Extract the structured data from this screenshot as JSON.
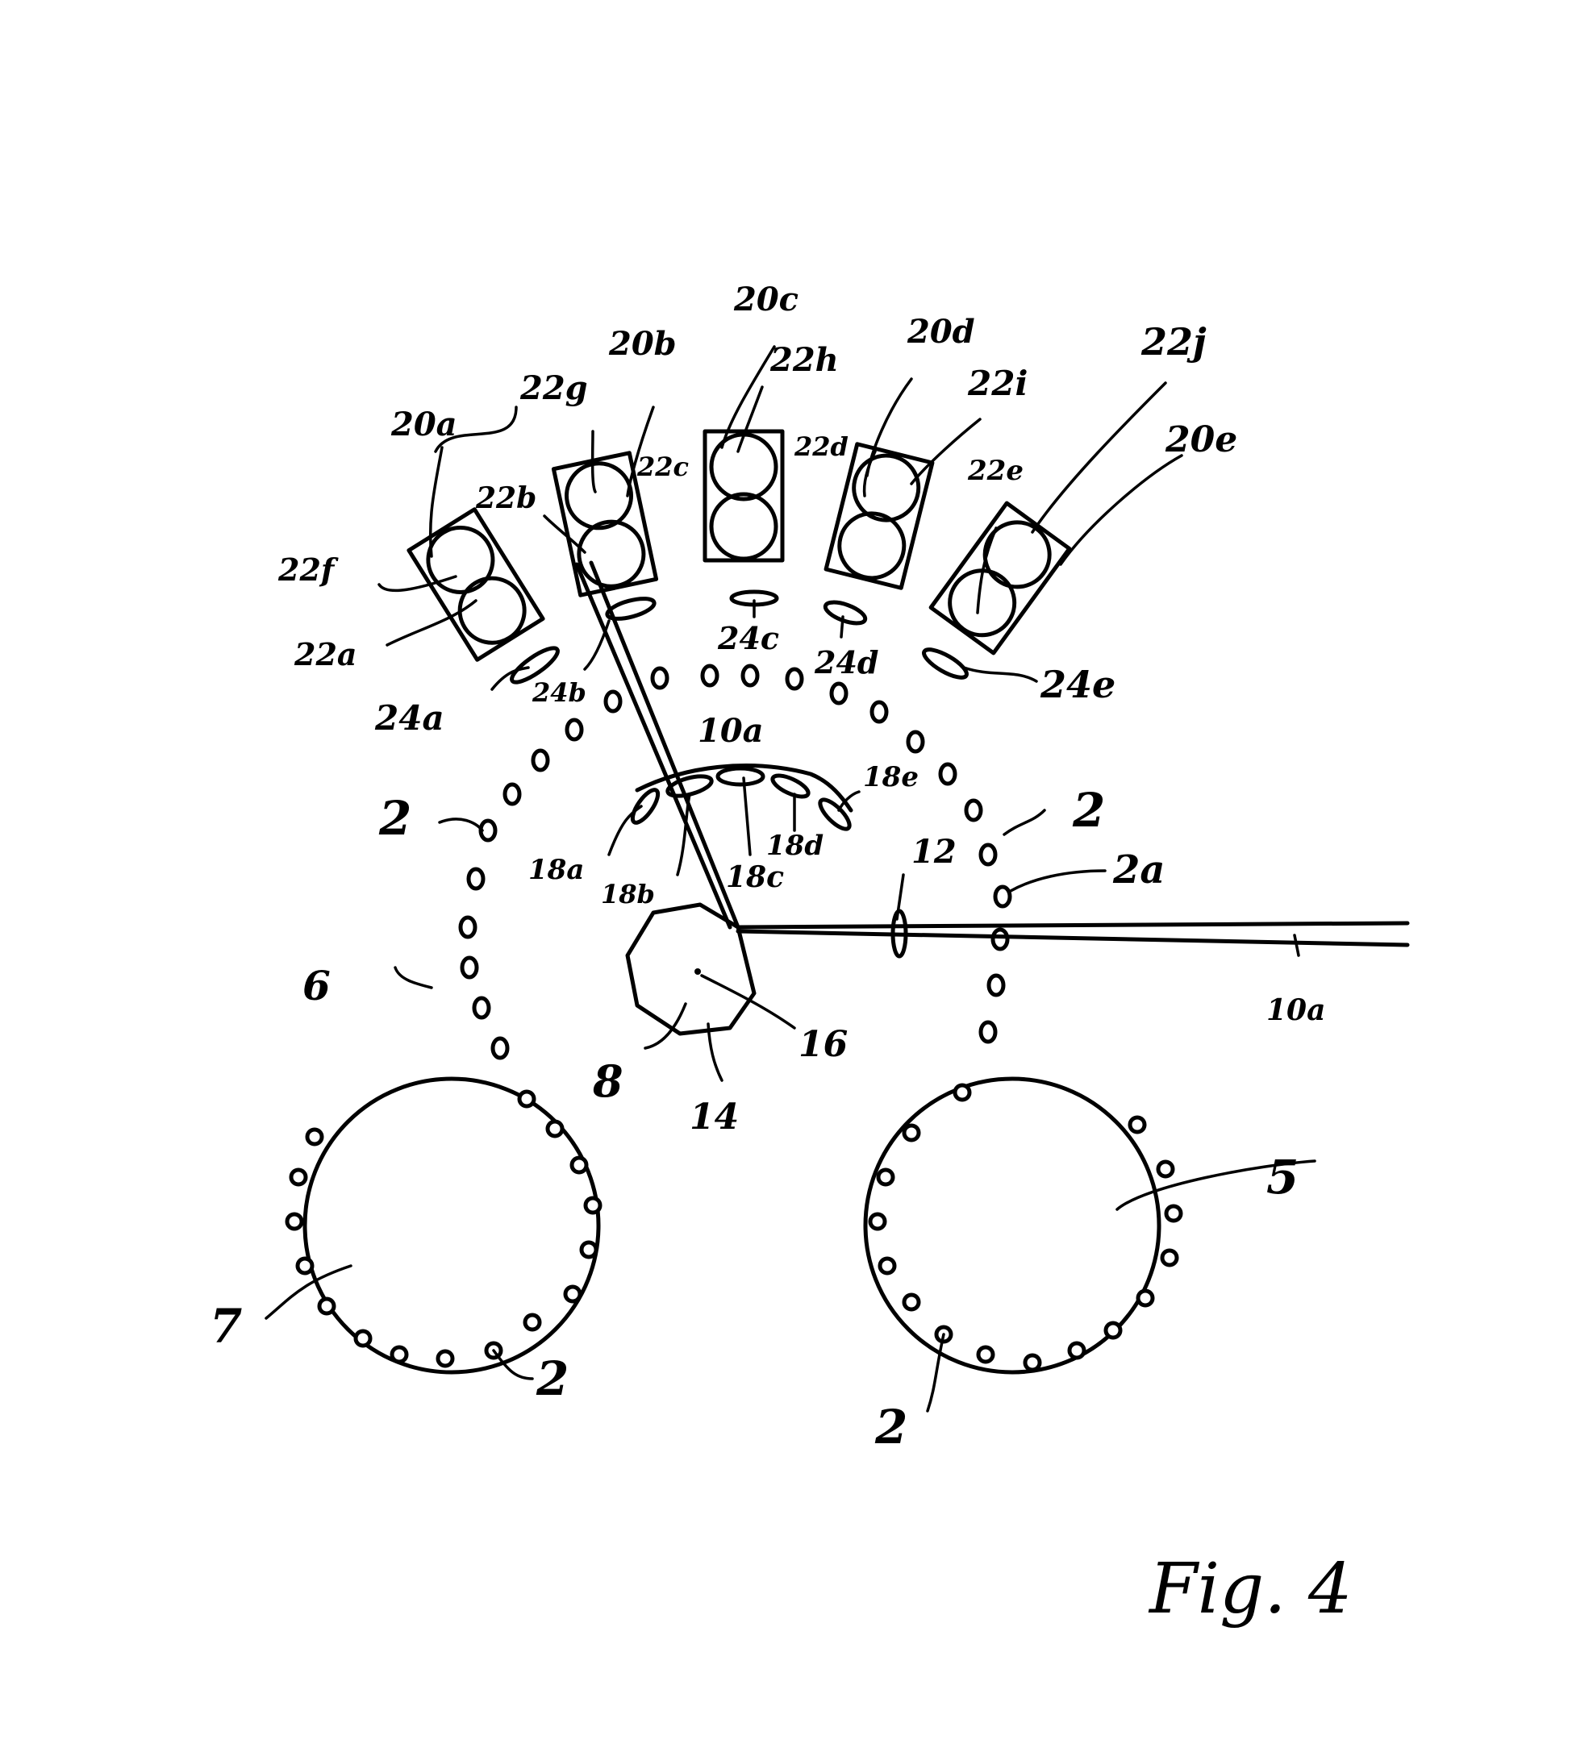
{
  "figure": {
    "title": "Fig. 4"
  },
  "labels": {
    "l20a": "20a",
    "l20b": "20b",
    "l20c": "20c",
    "l20d": "20d",
    "l20e": "20e",
    "l22a": "22a",
    "l22b": "22b",
    "l22c": "22c",
    "l22d": "22d",
    "l22e": "22e",
    "l22f": "22f",
    "l22g": "22g",
    "l22h": "22h",
    "l22i": "22i",
    "l22j": "22j",
    "l24a": "24a",
    "l24b": "24b",
    "l24c": "24c",
    "l24d": "24d",
    "l24e": "24e",
    "l18a": "18a",
    "l18b": "18b",
    "l18c": "18c",
    "l18d": "18d",
    "l18e": "18e",
    "l10a_top": "10a",
    "l10a_right": "10a",
    "l2_left": "2",
    "l2_right": "2",
    "l2a": "2a",
    "l2_bl": "2",
    "l2_br": "2",
    "l12": "12",
    "l6": "6",
    "l8": "8",
    "l14": "14",
    "l16": "16",
    "l7": "7",
    "l5": "5"
  }
}
